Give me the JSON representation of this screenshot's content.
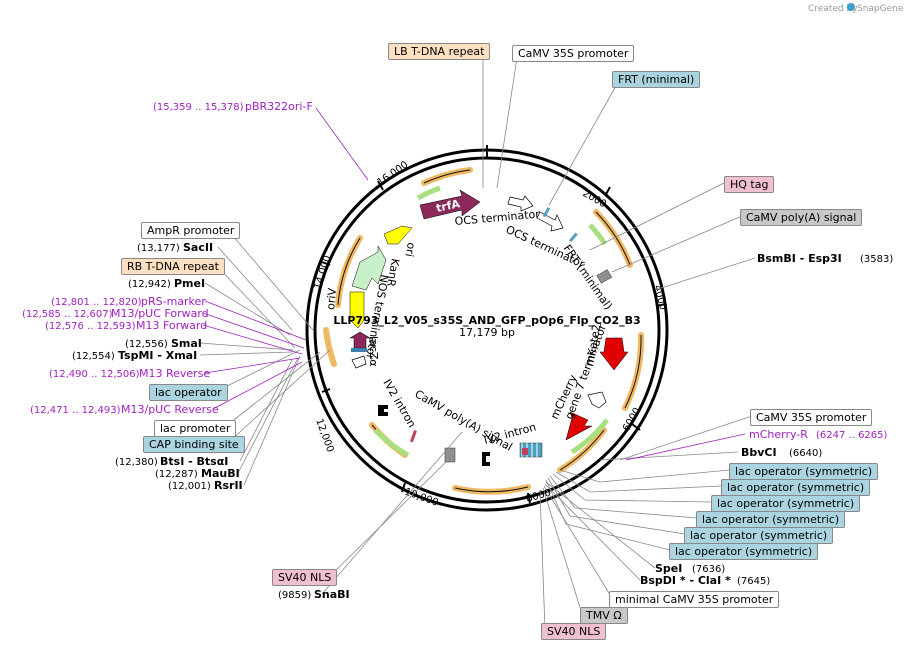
{
  "branding": {
    "created_by": "Created by",
    "app": "SnapGene"
  },
  "plasmid": {
    "name": "LLP793_L2_V05_s35S_AND_GFP_pOp6_Flp_CO2_B3",
    "length": "17,179 bp"
  },
  "ticks": [
    "2000",
    "4000",
    "6000",
    "8000",
    "10,000",
    "12,000",
    "14,000",
    "16,000"
  ],
  "boxed_labels": [
    {
      "text": "LB T-DNA repeat",
      "bg": "#fde0c0"
    },
    {
      "text": "CaMV 35S promoter",
      "bg": "#ffffff"
    },
    {
      "text": "FRT (minimal)",
      "bg": "#aad4e0"
    },
    {
      "text": "HQ tag",
      "bg": "#f0c0d0"
    },
    {
      "text": "CaMV poly(A) signal",
      "bg": "#c8c8c8"
    },
    {
      "text": "CaMV 35S promoter",
      "bg": "#ffffff"
    },
    {
      "text": "lac operator (symmetric)",
      "bg": "#aad4e0"
    },
    {
      "text": "lac operator (symmetric)",
      "bg": "#aad4e0"
    },
    {
      "text": "lac operator (symmetric)",
      "bg": "#aad4e0"
    },
    {
      "text": "lac operator (symmetric)",
      "bg": "#aad4e0"
    },
    {
      "text": "lac operator (symmetric)",
      "bg": "#aad4e0"
    },
    {
      "text": "lac operator (symmetric)",
      "bg": "#aad4e0"
    },
    {
      "text": "minimal CaMV 35S promoter",
      "bg": "#ffffff"
    },
    {
      "text": "TMV Ω",
      "bg": "#c8c8c8"
    },
    {
      "text": "SV40 NLS",
      "bg": "#f0c0d0"
    },
    {
      "text": "SV40 NLS",
      "bg": "#f0c0d0"
    },
    {
      "text": "CAP binding site",
      "bg": "#aad4e0"
    },
    {
      "text": "lac promoter",
      "bg": "#ffffff"
    },
    {
      "text": "lac operator",
      "bg": "#aad4e0"
    },
    {
      "text": "RB T-DNA repeat",
      "bg": "#fde0c0"
    },
    {
      "text": "AmpR promoter",
      "bg": "#ffffff"
    }
  ],
  "enzymes": [
    {
      "pos": "(3583)",
      "name": "BsmBI - Esp3I"
    },
    {
      "pos": "(6640)",
      "name": "BbvCI"
    },
    {
      "pos": "(7636)",
      "name": "SpeI"
    },
    {
      "pos": "(7645)",
      "name": "BspDI * - ClaI *"
    },
    {
      "pos": "(9859)",
      "name": "SnaBI"
    },
    {
      "pos": "(12,001)",
      "name": "RsrII"
    },
    {
      "pos": "(12,287)",
      "name": "MauBI"
    },
    {
      "pos": "(12,380)",
      "name": "BtsI - BtsαI"
    },
    {
      "pos": "(12,554)",
      "name": "TspMI - XmaI"
    },
    {
      "pos": "(12,556)",
      "name": "SmaI"
    },
    {
      "pos": "(12,942)",
      "name": "PmeI"
    },
    {
      "pos": "(13,177)",
      "name": "SacII"
    }
  ],
  "primers": [
    {
      "pos": "(15,359 .. 15,378)",
      "name": "pBR322ori-F"
    },
    {
      "pos": "(6247 .. 6265)",
      "name": "mCherry-R"
    },
    {
      "pos": "(12,801 .. 12,820)",
      "name": "pRS-marker"
    },
    {
      "pos": "(12,585 .. 12,607)",
      "name": "M13/pUC Forward"
    },
    {
      "pos": "(12,576 .. 12,593)",
      "name": "M13 Forward"
    },
    {
      "pos": "(12,490 .. 12,506)",
      "name": "M13 Reverse"
    },
    {
      "pos": "(12,471 .. 12,493)",
      "name": "M13/pUC Reverse"
    }
  ],
  "inner_labels": [
    "trfA",
    "OCS terminator",
    "OCS terminator",
    "FRT (minimal)",
    "mKate2",
    "gene 7 terminator",
    "mCherry",
    "IV2 intron",
    "CaMV poly(A) signal",
    "IV2 intron",
    "lacZα",
    "NOS terminator",
    "KanR",
    "ori",
    "oriV"
  ]
}
